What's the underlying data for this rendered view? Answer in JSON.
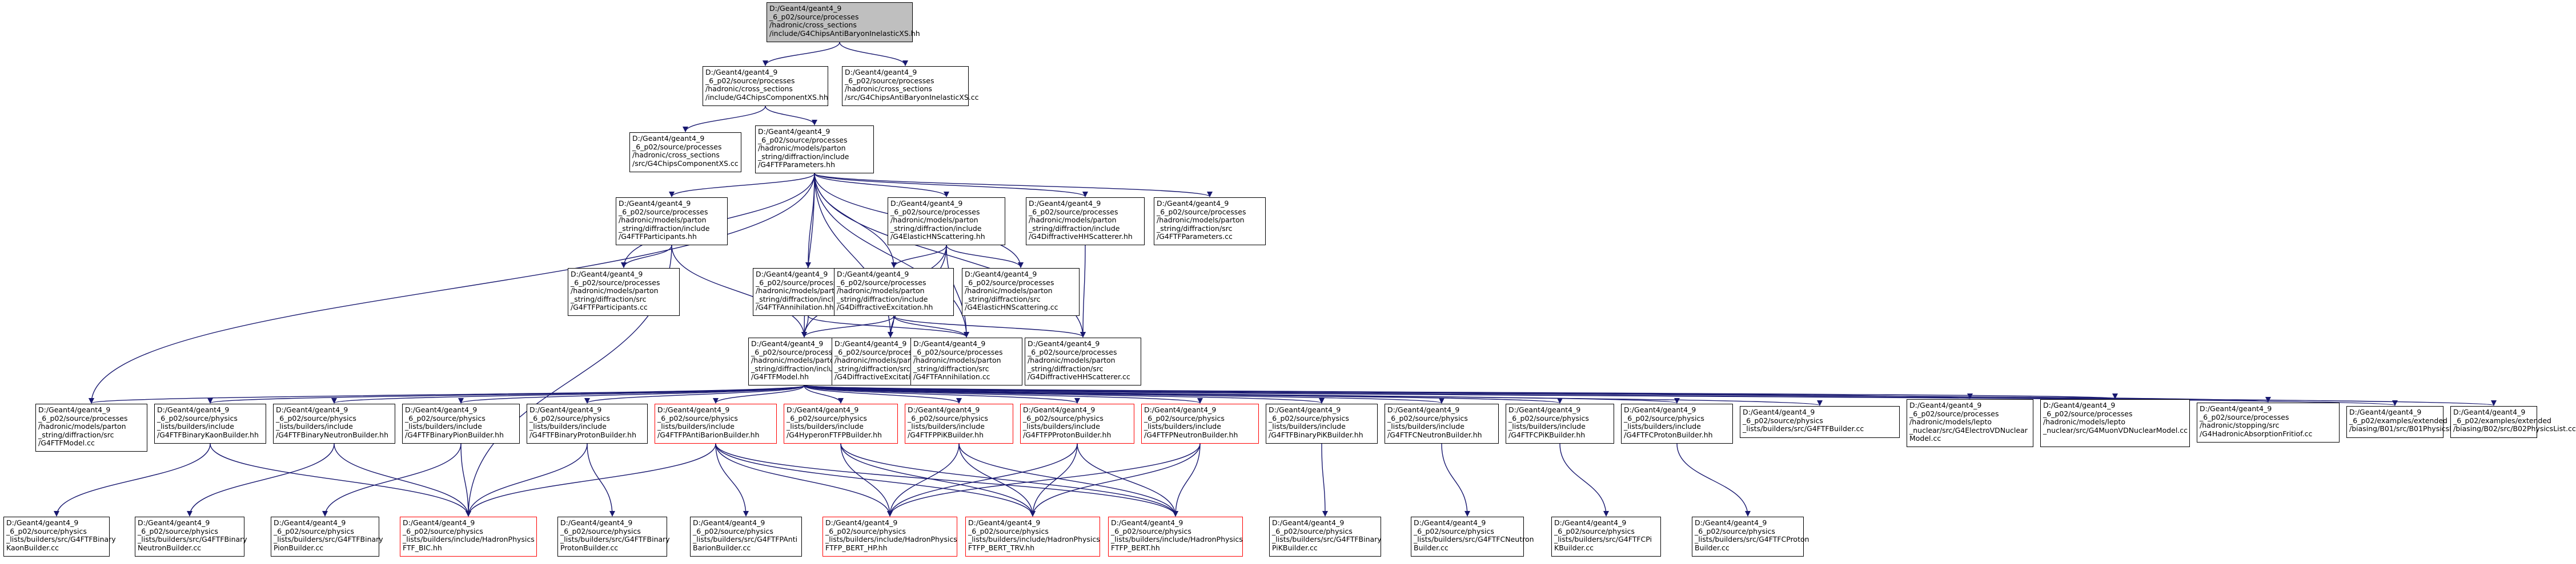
{
  "diagram": {
    "colors": {
      "edge": "#191970",
      "node_border": "#000000",
      "red_border": "#ff0000",
      "root_fill": "#bfbfbf"
    },
    "nodes": [
      {
        "id": "root",
        "lines": [
          "D:/Geant4/geant4_9",
          "_6_p02/source/processes",
          "/hadronic/cross_sections",
          "/include/G4ChipsAntiBaryonInelasticXS.hh"
        ],
        "style": "root"
      },
      {
        "id": "compXS_hh",
        "lines": [
          "D:/Geant4/geant4_9",
          "_6_p02/source/processes",
          "/hadronic/cross_sections",
          "/include/G4ChipsComponentXS.hh"
        ],
        "style": "normal"
      },
      {
        "id": "antiBar_cc",
        "lines": [
          "D:/Geant4/geant4_9",
          "_6_p02/source/processes",
          "/hadronic/cross_sections",
          "/src/G4ChipsAntiBaryonInelasticXS.cc"
        ],
        "style": "normal"
      },
      {
        "id": "compXS_cc",
        "lines": [
          "D:/Geant4/geant4_9",
          "_6_p02/source/processes",
          "/hadronic/cross_sections",
          "/src/G4ChipsComponentXS.cc"
        ],
        "style": "normal"
      },
      {
        "id": "params_hh",
        "lines": [
          "D:/Geant4/geant4_9",
          "_6_p02/source/processes",
          "/hadronic/models/parton",
          "_string/diffraction/include",
          "/G4FTFParameters.hh"
        ],
        "style": "normal"
      },
      {
        "id": "participants_hh",
        "lines": [
          "D:/Geant4/geant4_9",
          "_6_p02/source/processes",
          "/hadronic/models/parton",
          "_string/diffraction/include",
          "/G4FTFParticipants.hh"
        ],
        "style": "normal"
      },
      {
        "id": "elastic_hh",
        "lines": [
          "D:/Geant4/geant4_9",
          "_6_p02/source/processes",
          "/hadronic/models/parton",
          "_string/diffraction/include",
          "/G4ElasticHNScattering.hh"
        ],
        "style": "normal"
      },
      {
        "id": "diffHH_hh",
        "lines": [
          "D:/Geant4/geant4_9",
          "_6_p02/source/processes",
          "/hadronic/models/parton",
          "_string/diffraction/include",
          "/G4DiffractiveHHScatterer.hh"
        ],
        "style": "normal"
      },
      {
        "id": "params_cc",
        "lines": [
          "D:/Geant4/geant4_9",
          "_6_p02/source/processes",
          "/hadronic/models/parton",
          "_string/diffraction/src",
          "/G4FTFParameters.cc"
        ],
        "style": "normal"
      },
      {
        "id": "participants_cc",
        "lines": [
          "D:/Geant4/geant4_9",
          "_6_p02/source/processes",
          "/hadronic/models/parton",
          "_string/diffraction/src",
          "/G4FTFParticipants.cc"
        ],
        "style": "normal"
      },
      {
        "id": "annih_hh",
        "lines": [
          "D:/Geant4/geant4_9",
          "_6_p02/source/processes",
          "/hadronic/models/parton",
          "_string/diffraction/include",
          "/G4FTFAnnihilation.hh"
        ],
        "style": "normal"
      },
      {
        "id": "diffExc_hh",
        "lines": [
          "D:/Geant4/geant4_9",
          "_6_p02/source/processes",
          "/hadronic/models/parton",
          "_string/diffraction/include",
          "/G4DiffractiveExcitation.hh"
        ],
        "style": "normal"
      },
      {
        "id": "elastic_cc",
        "lines": [
          "D:/Geant4/geant4_9",
          "_6_p02/source/processes",
          "/hadronic/models/parton",
          "_string/diffraction/src",
          "/G4ElasticHNScattering.cc"
        ],
        "style": "normal"
      },
      {
        "id": "model_hh",
        "lines": [
          "D:/Geant4/geant4_9",
          "_6_p02/source/processes",
          "/hadronic/models/parton",
          "_string/diffraction/include",
          "/G4FTFModel.hh"
        ],
        "style": "normal"
      },
      {
        "id": "diffExc_cc",
        "lines": [
          "D:/Geant4/geant4_9",
          "_6_p02/source/processes",
          "/hadronic/models/parton",
          "_string/diffraction/src",
          "/G4DiffractiveExcitation.cc"
        ],
        "style": "normal"
      },
      {
        "id": "annih_cc",
        "lines": [
          "D:/Geant4/geant4_9",
          "_6_p02/source/processes",
          "/hadronic/models/parton",
          "_string/diffraction/src",
          "/G4FTFAnnihilation.cc"
        ],
        "style": "normal"
      },
      {
        "id": "diffHH_cc",
        "lines": [
          "D:/Geant4/geant4_9",
          "_6_p02/source/processes",
          "/hadronic/models/parton",
          "_string/diffraction/src",
          "/G4DiffractiveHHScatterer.cc"
        ],
        "style": "normal"
      },
      {
        "id": "model_cc",
        "lines": [
          "D:/Geant4/geant4_9",
          "_6_p02/source/processes",
          "/hadronic/models/parton",
          "_string/diffraction/src",
          "/G4FTFModel.cc"
        ],
        "style": "normal"
      },
      {
        "id": "binKaon_hh",
        "lines": [
          "D:/Geant4/geant4_9",
          "_6_p02/source/physics",
          "_lists/builders/include",
          "/G4FTFBinaryKaonBuilder.hh"
        ],
        "style": "normal"
      },
      {
        "id": "binNeutron_hh",
        "lines": [
          "D:/Geant4/geant4_9",
          "_6_p02/source/physics",
          "_lists/builders/include",
          "/G4FTFBinaryNeutronBuilder.hh"
        ],
        "style": "normal"
      },
      {
        "id": "binPion_hh",
        "lines": [
          "D:/Geant4/geant4_9",
          "_6_p02/source/physics",
          "_lists/builders/include",
          "/G4FTFBinaryPionBuilder.hh"
        ],
        "style": "normal"
      },
      {
        "id": "binProton_hh",
        "lines": [
          "D:/Geant4/geant4_9",
          "_6_p02/source/physics",
          "_lists/builders/include",
          "/G4FTFBinaryProtonBuilder.hh"
        ],
        "style": "normal"
      },
      {
        "id": "antiBaryon_hh",
        "lines": [
          "D:/Geant4/geant4_9",
          "_6_p02/source/physics",
          "_lists/builders/include",
          "/G4FTFPAntiBarionBuilder.hh"
        ],
        "style": "red"
      },
      {
        "id": "hyperon_hh",
        "lines": [
          "D:/Geant4/geant4_9",
          "_6_p02/source/physics",
          "_lists/builders/include",
          "/G4HyperonFTFPBuilder.hh"
        ],
        "style": "red"
      },
      {
        "id": "pPiK_hh",
        "lines": [
          "D:/Geant4/geant4_9",
          "_6_p02/source/physics",
          "_lists/builders/include",
          "/G4FTFPPiKBuilder.hh"
        ],
        "style": "red"
      },
      {
        "id": "pProton_hh",
        "lines": [
          "D:/Geant4/geant4_9",
          "_6_p02/source/physics",
          "_lists/builders/include",
          "/G4FTFPProtonBuilder.hh"
        ],
        "style": "red"
      },
      {
        "id": "pNeutron_hh",
        "lines": [
          "D:/Geant4/geant4_9",
          "_6_p02/source/physics",
          "_lists/builders/include",
          "/G4FTFPNeutronBuilder.hh"
        ],
        "style": "red"
      },
      {
        "id": "binPiK_hh",
        "lines": [
          "D:/Geant4/geant4_9",
          "_6_p02/source/physics",
          "_lists/builders/include",
          "/G4FTFBinaryPiKBuilder.hh"
        ],
        "style": "normal"
      },
      {
        "id": "cNeutron_hh",
        "lines": [
          "D:/Geant4/geant4_9",
          "_6_p02/source/physics",
          "_lists/builders/include",
          "/G4FTFCNeutronBuilder.hh"
        ],
        "style": "normal"
      },
      {
        "id": "cPiK_hh",
        "lines": [
          "D:/Geant4/geant4_9",
          "_6_p02/source/physics",
          "_lists/builders/include",
          "/G4FTFCPiKBuilder.hh"
        ],
        "style": "normal"
      },
      {
        "id": "cProton_hh",
        "lines": [
          "D:/Geant4/geant4_9",
          "_6_p02/source/physics",
          "_lists/builders/include",
          "/G4FTFCProtonBuilder.hh"
        ],
        "style": "normal"
      },
      {
        "id": "ftfBuilder_cc",
        "lines": [
          "D:/Geant4/geant4_9",
          "_6_p02/source/physics",
          "_lists/builders/src/G4FTFBuilder.cc"
        ],
        "style": "normal"
      },
      {
        "id": "electroV_cc",
        "lines": [
          "D:/Geant4/geant4_9",
          "_6_p02/source/processes",
          "/hadronic/models/lepto",
          "_nuclear/src/G4ElectroVDNuclear",
          "Model.cc"
        ],
        "style": "normal"
      },
      {
        "id": "muonV_cc",
        "lines": [
          "D:/Geant4/geant4_9",
          "_6_p02/source/processes",
          "/hadronic/models/lepto",
          "_nuclear/src/G4MuonVDNuclearModel.cc"
        ],
        "style": "normal"
      },
      {
        "id": "absFritiof_cc",
        "lines": [
          "D:/Geant4/geant4_9",
          "_6_p02/source/processes",
          "/hadronic/stopping/src",
          "/G4HadronicAbsorptionFritiof.cc"
        ],
        "style": "normal"
      },
      {
        "id": "b01_cc",
        "lines": [
          "D:/Geant4/geant4_9",
          "_6_p02/examples/extended",
          "/biasing/B01/src/B01PhysicsList.cc"
        ],
        "style": "normal"
      },
      {
        "id": "b02_cc",
        "lines": [
          "D:/Geant4/geant4_9",
          "_6_p02/examples/extended",
          "/biasing/B02/src/B02PhysicsList.cc"
        ],
        "style": "normal"
      },
      {
        "id": "binKaon_cc",
        "lines": [
          "D:/Geant4/geant4_9",
          "_6_p02/source/physics",
          "_lists/builders/src/G4FTFBinary",
          "KaonBuilder.cc"
        ],
        "style": "normal"
      },
      {
        "id": "binNeutron_cc",
        "lines": [
          "D:/Geant4/geant4_9",
          "_6_p02/source/physics",
          "_lists/builders/src/G4FTFBinary",
          "NeutronBuilder.cc"
        ],
        "style": "normal"
      },
      {
        "id": "binPion_cc",
        "lines": [
          "D:/Geant4/geant4_9",
          "_6_p02/source/physics",
          "_lists/builders/src/G4FTFBinary",
          "PionBuilder.cc"
        ],
        "style": "normal"
      },
      {
        "id": "qgsc_hh",
        "lines": [
          "D:/Geant4/geant4_9",
          "_6_p02/source/physics",
          "_lists/builders/include/HadronPhysics",
          "FTF_BIC.hh"
        ],
        "style": "red"
      },
      {
        "id": "binProton_cc",
        "lines": [
          "D:/Geant4/geant4_9",
          "_6_p02/source/physics",
          "_lists/builders/src/G4FTFBinary",
          "ProtonBuilder.cc"
        ],
        "style": "normal"
      },
      {
        "id": "antiBaryon_cc",
        "lines": [
          "D:/Geant4/geant4_9",
          "_6_p02/source/physics",
          "_lists/builders/src/G4FTFPAnti",
          "BarionBuilder.cc"
        ],
        "style": "normal"
      },
      {
        "id": "ftfpBertHP_hh",
        "lines": [
          "D:/Geant4/geant4_9",
          "_6_p02/source/physics",
          "_lists/builders/include/HadronPhysics",
          "FTFP_BERT_HP.hh"
        ],
        "style": "red"
      },
      {
        "id": "ftfpBertTRV_hh",
        "lines": [
          "D:/Geant4/geant4_9",
          "_6_p02/source/physics",
          "_lists/builders/include/HadronPhysics",
          "FTFP_BERT_TRV.hh"
        ],
        "style": "red"
      },
      {
        "id": "ftfpBert_hh",
        "lines": [
          "D:/Geant4/geant4_9",
          "_6_p02/source/physics",
          "_lists/builders/include/HadronPhysics",
          "FTFP_BERT.hh"
        ],
        "style": "red"
      },
      {
        "id": "binPiK_cc",
        "lines": [
          "D:/Geant4/geant4_9",
          "_6_p02/source/physics",
          "_lists/builders/src/G4FTFBinary",
          "PiKBuilder.cc"
        ],
        "style": "normal"
      },
      {
        "id": "cNeutron_cc",
        "lines": [
          "D:/Geant4/geant4_9",
          "_6_p02/source/physics",
          "_lists/builders/src/G4FTFCNeutron",
          "Builder.cc"
        ],
        "style": "normal"
      },
      {
        "id": "cPiK_cc",
        "lines": [
          "D:/Geant4/geant4_9",
          "_6_p02/source/physics",
          "_lists/builders/src/G4FTFCPi",
          "KBuilder.cc"
        ],
        "style": "normal"
      },
      {
        "id": "cProton_cc",
        "lines": [
          "D:/Geant4/geant4_9",
          "_6_p02/source/physics",
          "_lists/builders/src/G4FTFCProton",
          "Builder.cc"
        ],
        "style": "normal"
      }
    ],
    "edges": [
      [
        "root",
        "compXS_hh"
      ],
      [
        "root",
        "antiBar_cc"
      ],
      [
        "compXS_hh",
        "compXS_cc"
      ],
      [
        "compXS_hh",
        "params_hh"
      ],
      [
        "params_hh",
        "participants_hh"
      ],
      [
        "params_hh",
        "elastic_hh"
      ],
      [
        "params_hh",
        "diffHH_hh"
      ],
      [
        "params_hh",
        "params_cc"
      ],
      [
        "params_hh",
        "participants_cc"
      ],
      [
        "params_hh",
        "annih_hh"
      ],
      [
        "params_hh",
        "diffExc_hh"
      ],
      [
        "params_hh",
        "elastic_cc"
      ],
      [
        "params_hh",
        "model_hh"
      ],
      [
        "params_hh",
        "model_cc"
      ],
      [
        "params_hh",
        "diffExc_cc"
      ],
      [
        "params_hh",
        "annih_cc"
      ],
      [
        "params_hh",
        "diffHH_cc"
      ],
      [
        "participants_hh",
        "participants_cc"
      ],
      [
        "participants_hh",
        "model_hh"
      ],
      [
        "participants_hh",
        "qgsc_hh"
      ],
      [
        "elastic_hh",
        "elastic_cc"
      ],
      [
        "elastic_hh",
        "diffExc_hh"
      ],
      [
        "elastic_hh",
        "model_hh"
      ],
      [
        "elastic_hh",
        "annih_cc"
      ],
      [
        "elastic_hh",
        "diffExc_cc"
      ],
      [
        "diffHH_hh",
        "diffHH_cc"
      ],
      [
        "annih_hh",
        "model_hh"
      ],
      [
        "annih_hh",
        "annih_cc"
      ],
      [
        "diffExc_hh",
        "model_hh"
      ],
      [
        "diffExc_hh",
        "diffExc_cc"
      ],
      [
        "diffExc_hh",
        "annih_cc"
      ],
      [
        "diffExc_hh",
        "diffHH_cc"
      ],
      [
        "model_hh",
        "model_cc"
      ],
      [
        "model_hh",
        "binKaon_hh"
      ],
      [
        "model_hh",
        "binNeutron_hh"
      ],
      [
        "model_hh",
        "binPion_hh"
      ],
      [
        "model_hh",
        "binProton_hh"
      ],
      [
        "model_hh",
        "antiBaryon_hh"
      ],
      [
        "model_hh",
        "hyperon_hh"
      ],
      [
        "model_hh",
        "pPiK_hh"
      ],
      [
        "model_hh",
        "pProton_hh"
      ],
      [
        "model_hh",
        "pNeutron_hh"
      ],
      [
        "model_hh",
        "binPiK_hh"
      ],
      [
        "model_hh",
        "cNeutron_hh"
      ],
      [
        "model_hh",
        "cPiK_hh"
      ],
      [
        "model_hh",
        "cProton_hh"
      ],
      [
        "model_hh",
        "ftfBuilder_cc"
      ],
      [
        "model_hh",
        "electroV_cc"
      ],
      [
        "model_hh",
        "muonV_cc"
      ],
      [
        "model_hh",
        "absFritiof_cc"
      ],
      [
        "model_hh",
        "b01_cc"
      ],
      [
        "model_hh",
        "b02_cc"
      ],
      [
        "binKaon_hh",
        "binKaon_cc"
      ],
      [
        "binKaon_hh",
        "qgsc_hh"
      ],
      [
        "binNeutron_hh",
        "binNeutron_cc"
      ],
      [
        "binNeutron_hh",
        "qgsc_hh"
      ],
      [
        "binPion_hh",
        "binPion_cc"
      ],
      [
        "binPion_hh",
        "qgsc_hh"
      ],
      [
        "binProton_hh",
        "binProton_cc"
      ],
      [
        "binProton_hh",
        "qgsc_hh"
      ],
      [
        "antiBaryon_hh",
        "antiBaryon_cc"
      ],
      [
        "antiBaryon_hh",
        "qgsc_hh"
      ],
      [
        "antiBaryon_hh",
        "ftfpBertHP_hh"
      ],
      [
        "antiBaryon_hh",
        "ftfpBertTRV_hh"
      ],
      [
        "antiBaryon_hh",
        "ftfpBert_hh"
      ],
      [
        "hyperon_hh",
        "ftfpBertHP_hh"
      ],
      [
        "hyperon_hh",
        "ftfpBertTRV_hh"
      ],
      [
        "hyperon_hh",
        "ftfpBert_hh"
      ],
      [
        "pPiK_hh",
        "ftfpBertHP_hh"
      ],
      [
        "pPiK_hh",
        "ftfpBertTRV_hh"
      ],
      [
        "pPiK_hh",
        "ftfpBert_hh"
      ],
      [
        "pProton_hh",
        "ftfpBertHP_hh"
      ],
      [
        "pProton_hh",
        "ftfpBertTRV_hh"
      ],
      [
        "pProton_hh",
        "ftfpBert_hh"
      ],
      [
        "pNeutron_hh",
        "ftfpBertHP_hh"
      ],
      [
        "pNeutron_hh",
        "ftfpBertTRV_hh"
      ],
      [
        "pNeutron_hh",
        "ftfpBert_hh"
      ],
      [
        "binPiK_hh",
        "binPiK_cc"
      ],
      [
        "cNeutron_hh",
        "cNeutron_cc"
      ],
      [
        "cPiK_hh",
        "cPiK_cc"
      ],
      [
        "cProton_hh",
        "cProton_cc"
      ]
    ]
  }
}
